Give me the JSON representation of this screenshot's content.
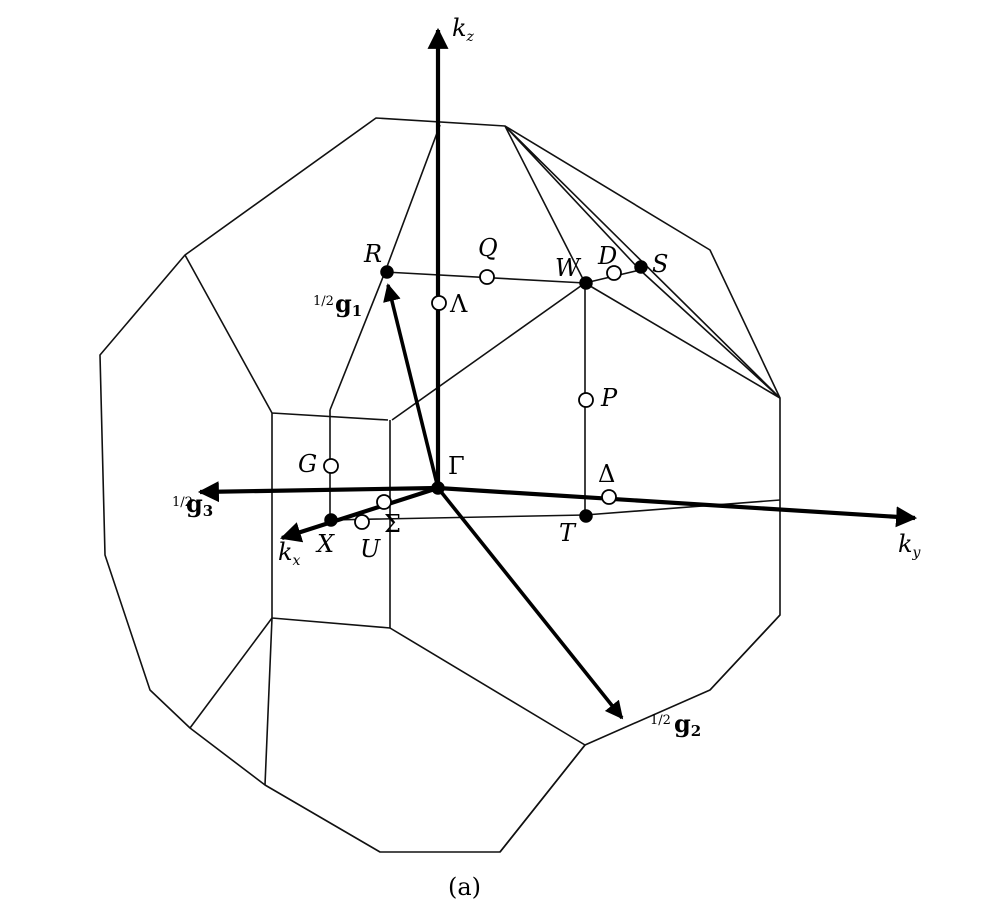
{
  "axes": {
    "kz": {
      "letter": "k",
      "sub": "z"
    },
    "ky": {
      "letter": "k",
      "sub": "y"
    },
    "kx": {
      "letter": "k",
      "sub": "x"
    }
  },
  "vectors": {
    "g1": {
      "frac": "1/2",
      "name": "g",
      "sub": "1"
    },
    "g2": {
      "frac": "1/2",
      "name": "g",
      "sub": "2"
    },
    "g3": {
      "frac": "1/2",
      "name": "g",
      "sub": "3"
    }
  },
  "points": {
    "Gamma": "Γ",
    "R": "R",
    "Q": "Q",
    "W": "W",
    "D": "D",
    "S": "S",
    "Lambda": "Λ",
    "P": "P",
    "Delta": "Δ",
    "T": "T",
    "G": "G",
    "X": "X",
    "U": "U",
    "Sigma": "Σ"
  },
  "caption": "(a)"
}
